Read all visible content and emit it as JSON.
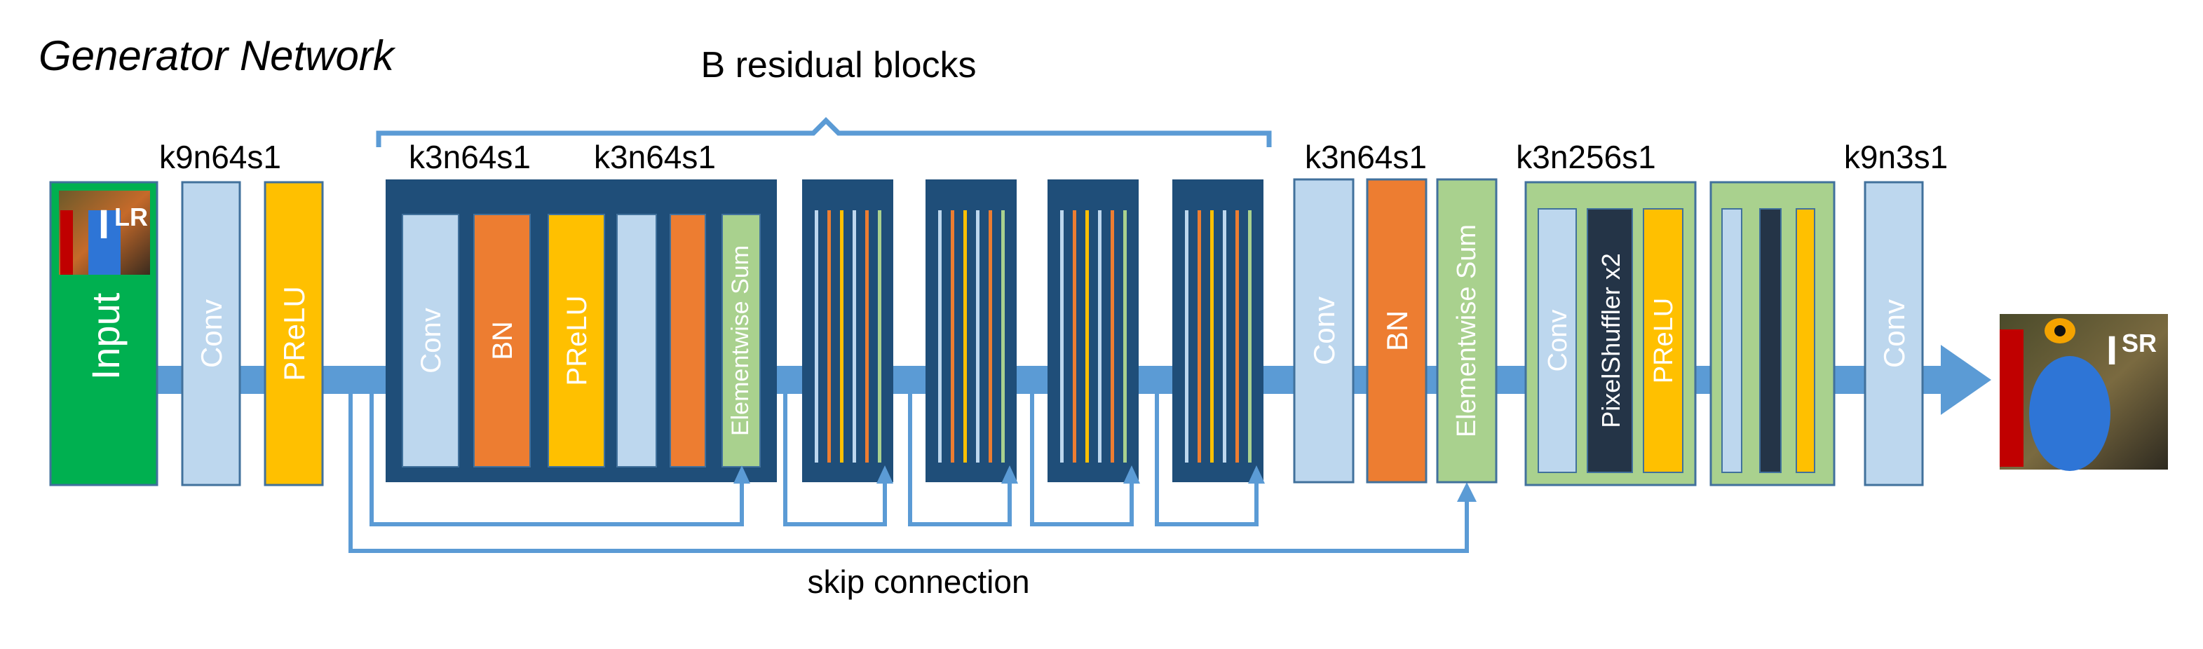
{
  "title": "Generator Network",
  "residual_label": "B residual blocks",
  "skip_label": "skip connection",
  "colors": {
    "blue_pale": "#bdd7ee",
    "orange": "#ed7d31",
    "yellow": "#ffc000",
    "green_input": "#00b050",
    "green_light": "#a9d18e",
    "navy": "#1f4e79",
    "dark_slate": "#243447",
    "arrow": "#5b9bd5",
    "block_edge": "#41719c"
  },
  "input": {
    "label": "Input",
    "symbol": "I",
    "superscript": "LR"
  },
  "output": {
    "symbol": "I",
    "superscript": "SR"
  },
  "head": {
    "param": "k9n64s1",
    "conv": "Conv",
    "prelu": "PReLU"
  },
  "residual_block": {
    "param_a": "k3n64s1",
    "param_b": "k3n64s1",
    "conv": "Conv",
    "bn": "BN",
    "prelu": "PReLU",
    "sum": "Elementwise Sum"
  },
  "post_residual": {
    "param": "k3n64s1",
    "conv": "Conv",
    "bn": "BN",
    "sum": "Elementwise Sum"
  },
  "upsample": {
    "param": "k3n256s1",
    "conv": "Conv",
    "shuffler": "PixelShuffler x2",
    "prelu": "PReLU"
  },
  "final": {
    "param": "k9n3s1",
    "conv": "Conv"
  }
}
